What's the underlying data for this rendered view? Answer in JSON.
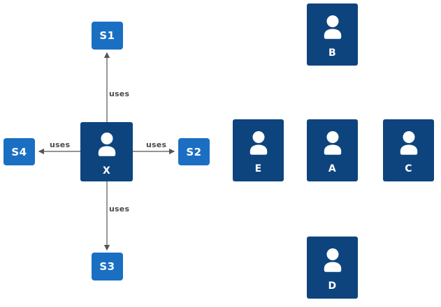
{
  "diagram": {
    "title": "system-context-uses-diagram",
    "colors": {
      "actor_card": "#0e447e",
      "service_box": "#1b6fc2",
      "edge_line": "#555555",
      "edge_label_text": "#4a4a4a",
      "card_text": "#ffffff",
      "background": "#ffffff"
    },
    "central_actor": {
      "label": "X",
      "icon": "person-icon"
    },
    "services": [
      {
        "id": "s1",
        "label": "S1"
      },
      {
        "id": "s2",
        "label": "S2"
      },
      {
        "id": "s3",
        "label": "S3"
      },
      {
        "id": "s4",
        "label": "S4"
      }
    ],
    "actors": [
      {
        "id": "b",
        "label": "B",
        "icon": "person-icon"
      },
      {
        "id": "e",
        "label": "E",
        "icon": "person-icon"
      },
      {
        "id": "a",
        "label": "A",
        "icon": "person-icon"
      },
      {
        "id": "c",
        "label": "C",
        "icon": "person-icon"
      },
      {
        "id": "d",
        "label": "D",
        "icon": "person-icon"
      }
    ],
    "edges": [
      {
        "id": "x-s1",
        "from": "X",
        "to": "S1",
        "label": "uses"
      },
      {
        "id": "x-s2",
        "from": "X",
        "to": "S2",
        "label": "uses"
      },
      {
        "id": "x-s3",
        "from": "X",
        "to": "S3",
        "label": "uses"
      },
      {
        "id": "x-s4",
        "from": "X",
        "to": "S4",
        "label": "uses"
      }
    ]
  }
}
